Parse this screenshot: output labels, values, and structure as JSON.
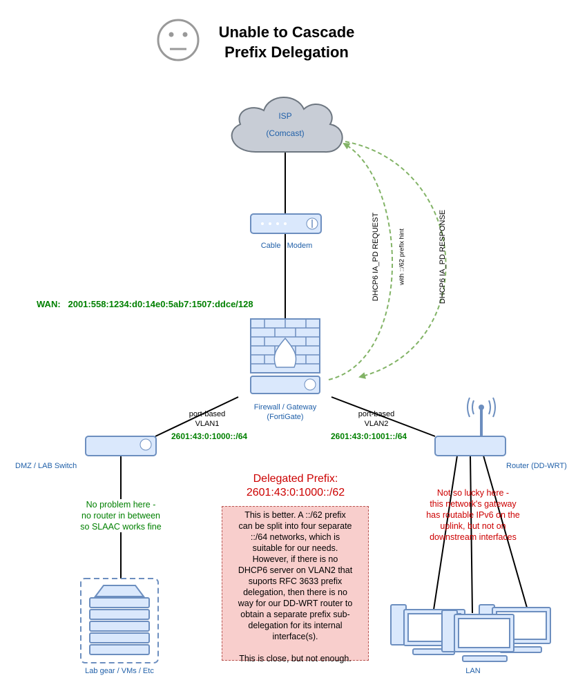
{
  "title": {
    "line1": "Unable to Cascade",
    "line2": "Prefix Delegation"
  },
  "nodes": {
    "isp": {
      "line1": "ISP",
      "line2": "(Comcast)"
    },
    "modem": {
      "label": "Cable   Modem"
    },
    "firewall": {
      "line1": "Firewall / Gateway",
      "line2": "(FortiGate)"
    },
    "switch": {
      "label": "DMZ / LAB Switch"
    },
    "router": {
      "label": "Router (DD-WRT)"
    },
    "lab": {
      "label": "Lab gear / VMs / Etc"
    },
    "lan": {
      "label": "LAN"
    }
  },
  "wan": {
    "text": "WAN:   2001:558:1234:d0:14e0:5ab7:1507:ddce/128"
  },
  "vlan1": {
    "line1": "port-based",
    "line2": "VLAN1",
    "prefix": "2601:43:0:1000::/64"
  },
  "vlan2": {
    "line1": "port-based",
    "line2": "VLAN2",
    "prefix": "2601:43:0:1001::/64"
  },
  "dhcp": {
    "request": "DHCP6 IA_PD REQUEST",
    "hint": "with ::/62 prefix hint",
    "response": "DHCP6 IA_PD RESPONSE"
  },
  "notes": {
    "left": [
      "No problem here -",
      "no router in between",
      "so SLAAC works fine"
    ],
    "right": [
      "Not so lucky here -",
      "this network's gateway",
      "has routable IPv6 on the",
      "uplink, but not on",
      "downstream interfaces"
    ],
    "delegated_title": "Delegated Prefix:",
    "delegated_prefix": "2601:43:0:1000::/62",
    "box": [
      "This is better. A ::/62 prefix",
      "can be split into four separate",
      "::/64 networks, which is",
      "suitable for our needs.",
      "However, if there is no",
      "DHCP6 server on VLAN2 that",
      "suports RFC 3633 prefix",
      "delegation, then there is no",
      "way for our DD-WRT router to",
      "obtain a separate prefix sub-",
      "delegation for its internal",
      "interface(s).",
      "",
      "This is close, but not enough."
    ]
  },
  "colors": {
    "label_blue": "#1f5fa8",
    "green": "#008000",
    "red": "#cc0000",
    "device_fill": "#dae8fc",
    "device_stroke": "#6c8ebf",
    "cloud_fill": "#c8cdd6",
    "arrow_green": "#82b366",
    "note_fill": "#f8cecc",
    "note_stroke": "#b85450"
  }
}
